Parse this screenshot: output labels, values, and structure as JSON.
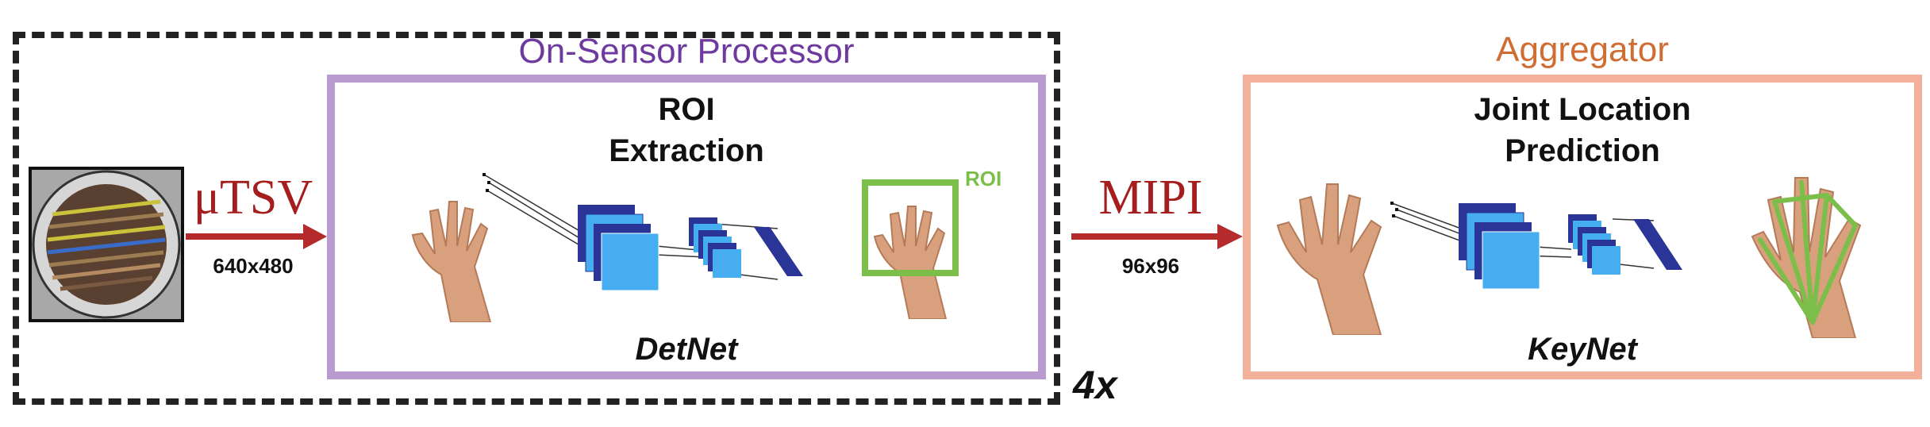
{
  "processor": {
    "title": "On-Sensor Processor",
    "heading_line1": "ROI",
    "heading_line2": "Extraction",
    "network": "DetNet",
    "roi_label": "ROI"
  },
  "aggregator": {
    "title": "Aggregator",
    "heading_line1": "Joint Location",
    "heading_line2": "Prediction",
    "network": "KeyNet"
  },
  "link1": {
    "label": "μTSV",
    "resolution": "640x480"
  },
  "link2": {
    "label": "MIPI",
    "resolution": "96x96"
  },
  "multiplier": "4x",
  "colors": {
    "processor": "#b99bd0",
    "aggregator": "#f3b09a",
    "arrow": "#b52a2a",
    "roi": "#7bbf4a",
    "layer_dark": "#2a3597",
    "layer_light": "#46aef0"
  }
}
